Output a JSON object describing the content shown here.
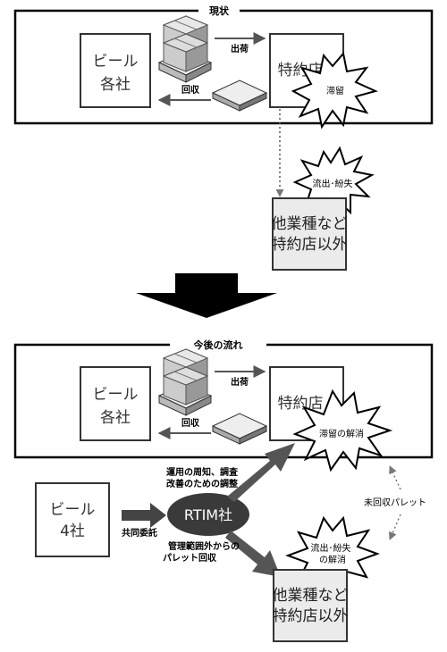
{
  "top": {
    "title": "現状",
    "beer_line1": "ビール",
    "beer_line2": "各社",
    "dealer": "特約店",
    "ship": "出荷",
    "collect": "回収",
    "stagnation": "滞留",
    "outflow": "流出･紛失",
    "other_line1": "他業種など",
    "other_line2": "特約店以外"
  },
  "bottom": {
    "title": "今後の流れ",
    "beer_line1": "ビール",
    "beer_line2": "各社",
    "dealer": "特約店",
    "ship": "出荷",
    "collect": "回収",
    "stagnation_fix": "滞留の解消",
    "beer4_line1": "ビール",
    "beer4_line2": "4社",
    "consign": "共同委託",
    "rtim": "RTIM社",
    "adjust_line1": "運用の周知、調査",
    "adjust_line2": "改善のための調整",
    "recover_line1": "管理範囲外からの",
    "recover_line2": "パレット回収",
    "outflow_fix_line1": "流出･紛失",
    "outflow_fix_line2": "の解消",
    "uncollected": "未回収パレット",
    "other_line1": "他業種など",
    "other_line2": "特約店以外"
  }
}
